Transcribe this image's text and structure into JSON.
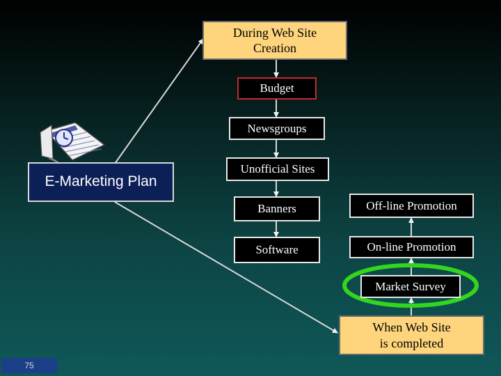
{
  "nodes": {
    "during": "During Web Site\nCreation",
    "budget": "Budget",
    "newsgroups": "Newsgroups",
    "unofficial": "Unofficial Sites",
    "banners": "Banners",
    "software": "Software",
    "offline": "Off-line Promotion",
    "online": "On-line Promotion",
    "survey": "Market Survey",
    "completed": "When Web Site\nis completed",
    "plan": "E-Marketing Plan"
  },
  "slide_number": "75",
  "colors": {
    "orange_box": "#fed47c",
    "dark_box": "#000000",
    "plan_box": "#0d1f57",
    "highlight_ellipse": "#33d61f",
    "connector": "#d9d9d9"
  },
  "icons": [
    "calendar-clipart-icon"
  ]
}
